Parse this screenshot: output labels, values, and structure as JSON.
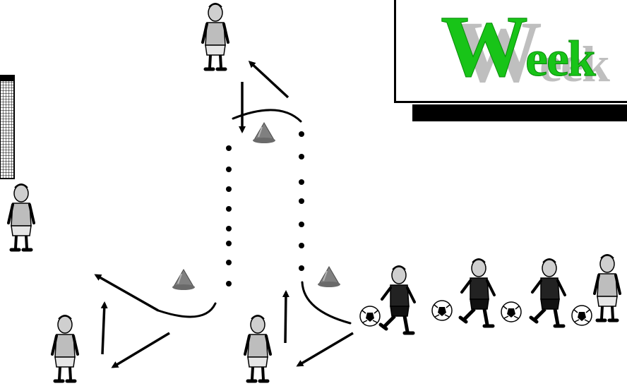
{
  "title": {
    "word": "Week",
    "first_letter": "W",
    "rest": "eek"
  },
  "colors": {
    "title_green": "#18c418",
    "title_shadow": "#bfbfbf",
    "ink": "#000000",
    "cone": "#777777"
  },
  "icons": [
    "goal-net-icon",
    "player-icon",
    "ball-icon",
    "cone-icon",
    "arrow-icon"
  ]
}
